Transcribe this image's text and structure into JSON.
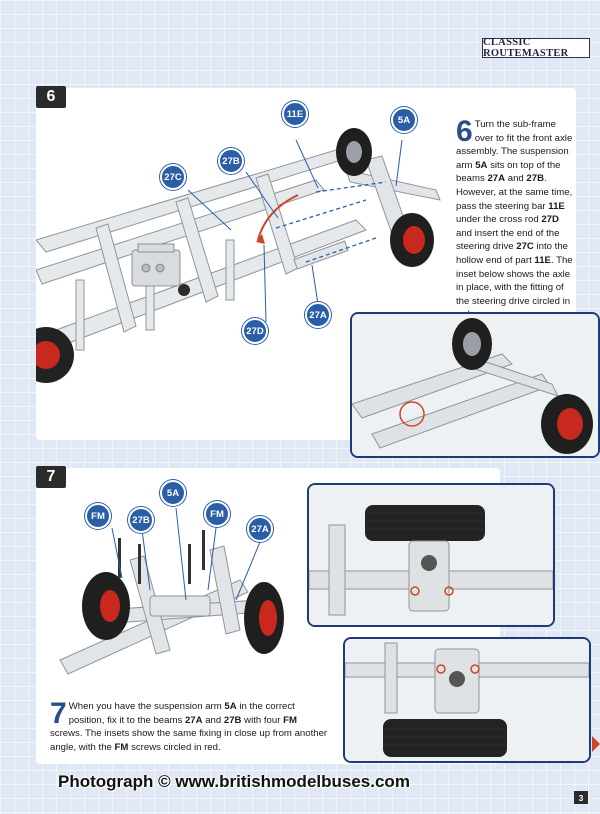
{
  "header": {
    "series_tag": "CLASSIC ROUTEMASTER"
  },
  "step6": {
    "number": "6",
    "dropcap": "6",
    "segments": [
      {
        "t": "Turn the sub-frame over to fit the front axle assembly. The suspension arm ",
        "b": false
      },
      {
        "t": "5A",
        "b": true
      },
      {
        "t": " sits on top of the beams ",
        "b": false
      },
      {
        "t": "27A",
        "b": true
      },
      {
        "t": " and ",
        "b": false
      },
      {
        "t": "27B",
        "b": true
      },
      {
        "t": ". However, at the same time, pass the steering bar ",
        "b": false
      },
      {
        "t": "11E",
        "b": true
      },
      {
        "t": " under the cross rod ",
        "b": false
      },
      {
        "t": "27D",
        "b": true
      },
      {
        "t": " and insert the end of the steering drive ",
        "b": false
      },
      {
        "t": "27C",
        "b": true
      },
      {
        "t": " into the hollow end of part ",
        "b": false
      },
      {
        "t": "11E",
        "b": true
      },
      {
        "t": ". The inset below shows the axle in place, with the fitting of the steering drive circled in red.",
        "b": false
      }
    ],
    "callouts": {
      "c11e": "11E",
      "c5a": "5A",
      "c27b": "27B",
      "c27c": "27C",
      "c27d": "27D",
      "c27a": "27A"
    }
  },
  "step7": {
    "number": "7",
    "dropcap": "7",
    "segments": [
      {
        "t": "When you have the suspension arm ",
        "b": false
      },
      {
        "t": "5A",
        "b": true
      },
      {
        "t": " in the correct position, fix it to the beams ",
        "b": false
      },
      {
        "t": "27A",
        "b": true
      },
      {
        "t": " and ",
        "b": false
      },
      {
        "t": "27B",
        "b": true
      },
      {
        "t": " with four ",
        "b": false
      },
      {
        "t": "FM",
        "b": true
      },
      {
        "t": " screws. The insets show the same fixing in close up from another angle, with the ",
        "b": false
      },
      {
        "t": "FM",
        "b": true
      },
      {
        "t": " screws circled in red.",
        "b": false
      }
    ],
    "callouts": {
      "fm1": "FM",
      "c27b": "27B",
      "c5a": "5A",
      "fm2": "FM",
      "c27a": "27A"
    }
  },
  "footer": {
    "credit": "Photograph © www.britishmodelbuses.com",
    "page_number": "3"
  },
  "colors": {
    "callout_blue": "#2a5fa8",
    "inset_border": "#1f3a78",
    "wheel_red": "#c8281e",
    "accent_red": "#d0442a"
  }
}
